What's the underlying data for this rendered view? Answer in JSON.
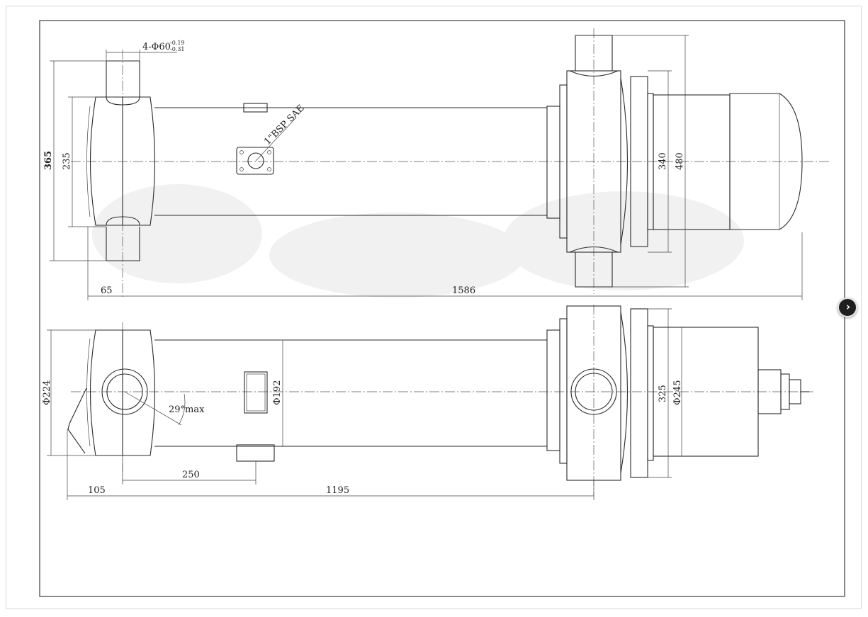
{
  "dimensions": {
    "pin_spec": "4-Φ60",
    "pin_tol_upper": "-0.19",
    "pin_tol_lower": "-0.31",
    "port_spec": "1\"BSP SAE",
    "d365": "365",
    "d235": "235",
    "d65": "65",
    "d1586": "1586",
    "d340": "340",
    "d480": "480",
    "d224": "Φ224",
    "d192": "Φ192",
    "angle": "29°max",
    "d250": "250",
    "d105": "105",
    "d1195": "1195",
    "d325": "325",
    "d245": "Φ245"
  },
  "navigation": {
    "next_icon": "chevron-right-icon",
    "next_glyph": "›"
  }
}
